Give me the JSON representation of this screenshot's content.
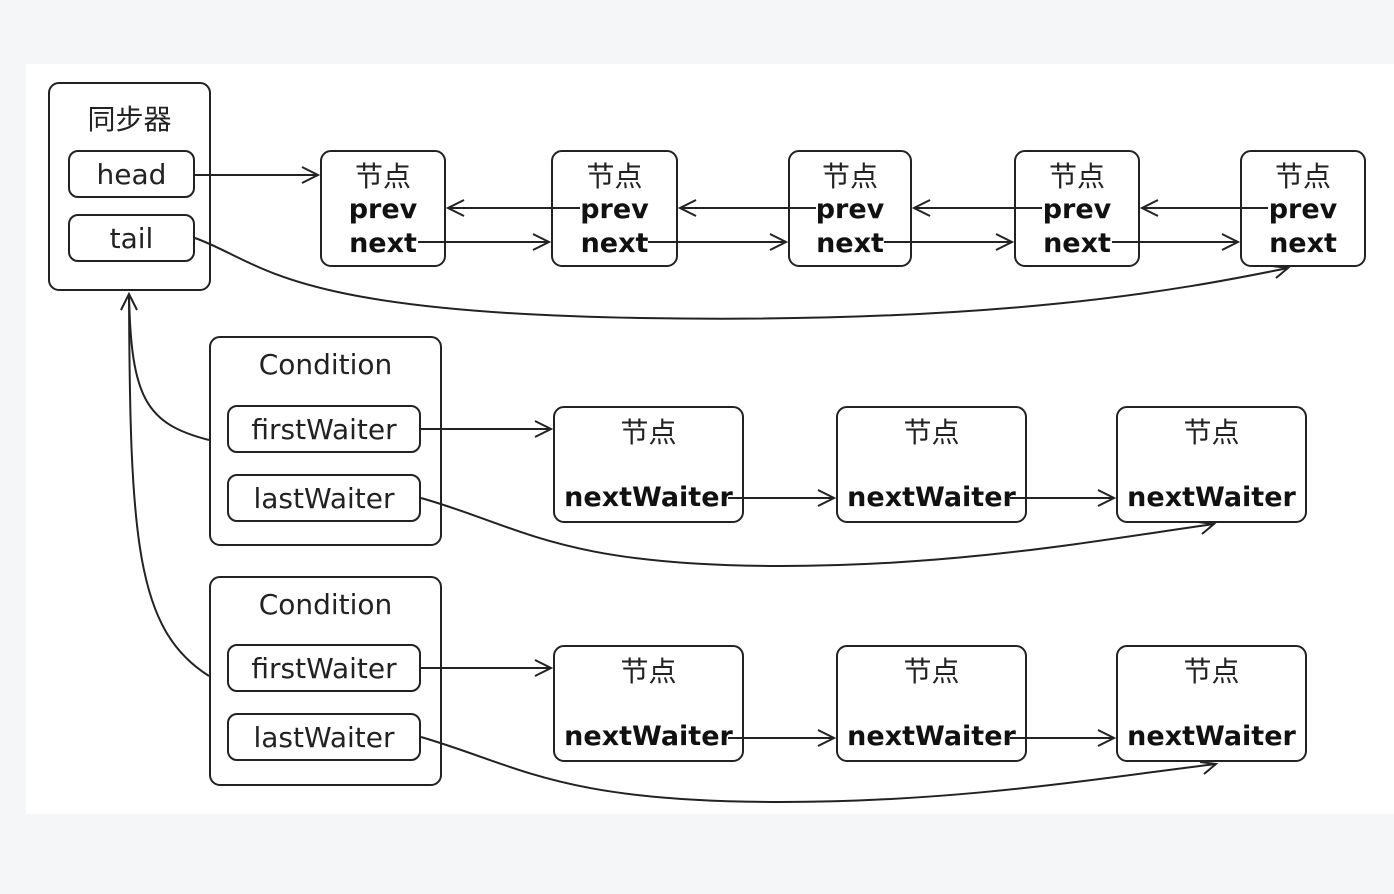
{
  "sync": {
    "title": "同步器",
    "head": "head",
    "tail": "tail"
  },
  "queue_nodes": [
    {
      "title": "节点",
      "prev": "prev",
      "next": "next"
    },
    {
      "title": "节点",
      "prev": "prev",
      "next": "next"
    },
    {
      "title": "节点",
      "prev": "prev",
      "next": "next"
    },
    {
      "title": "节点",
      "prev": "prev",
      "next": "next"
    },
    {
      "title": "节点",
      "prev": "prev",
      "next": "next"
    }
  ],
  "conditions": [
    {
      "title": "Condition",
      "first": "firstWaiter",
      "last": "lastWaiter",
      "nodes": [
        {
          "title": "节点",
          "field": "nextWaiter"
        },
        {
          "title": "节点",
          "field": "nextWaiter"
        },
        {
          "title": "节点",
          "field": "nextWaiter"
        }
      ]
    },
    {
      "title": "Condition",
      "first": "firstWaiter",
      "last": "lastWaiter",
      "nodes": [
        {
          "title": "节点",
          "field": "nextWaiter"
        },
        {
          "title": "节点",
          "field": "nextWaiter"
        },
        {
          "title": "节点",
          "field": "nextWaiter"
        }
      ]
    }
  ]
}
